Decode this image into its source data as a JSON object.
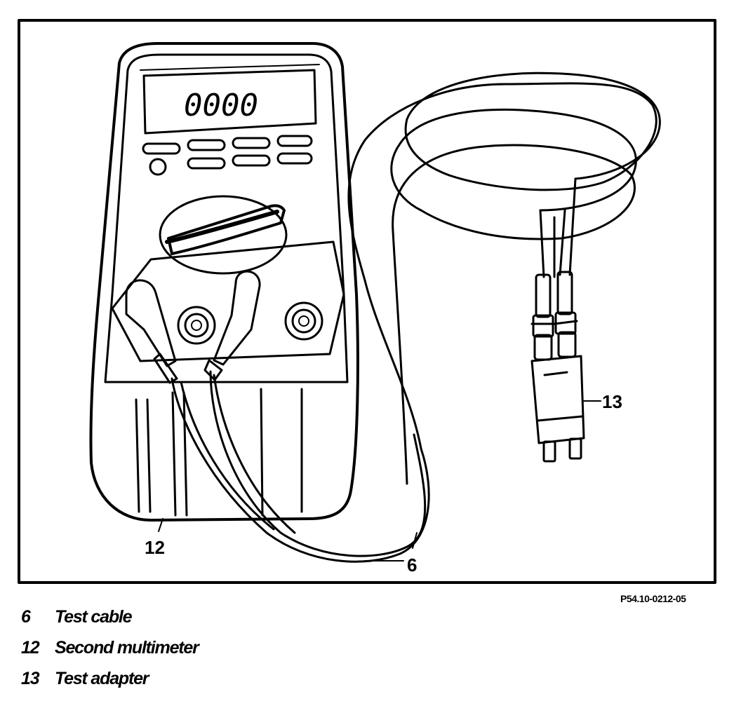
{
  "figure": {
    "display_reading": "0000",
    "callouts": {
      "cable": "6",
      "multimeter": "12",
      "adapter": "13"
    },
    "reference_id": "P54.10-0212-05"
  },
  "legend": [
    {
      "number": "6",
      "text": "Test cable"
    },
    {
      "number": "12",
      "text": "Second multimeter"
    },
    {
      "number": "13",
      "text": "Test adapter"
    }
  ]
}
